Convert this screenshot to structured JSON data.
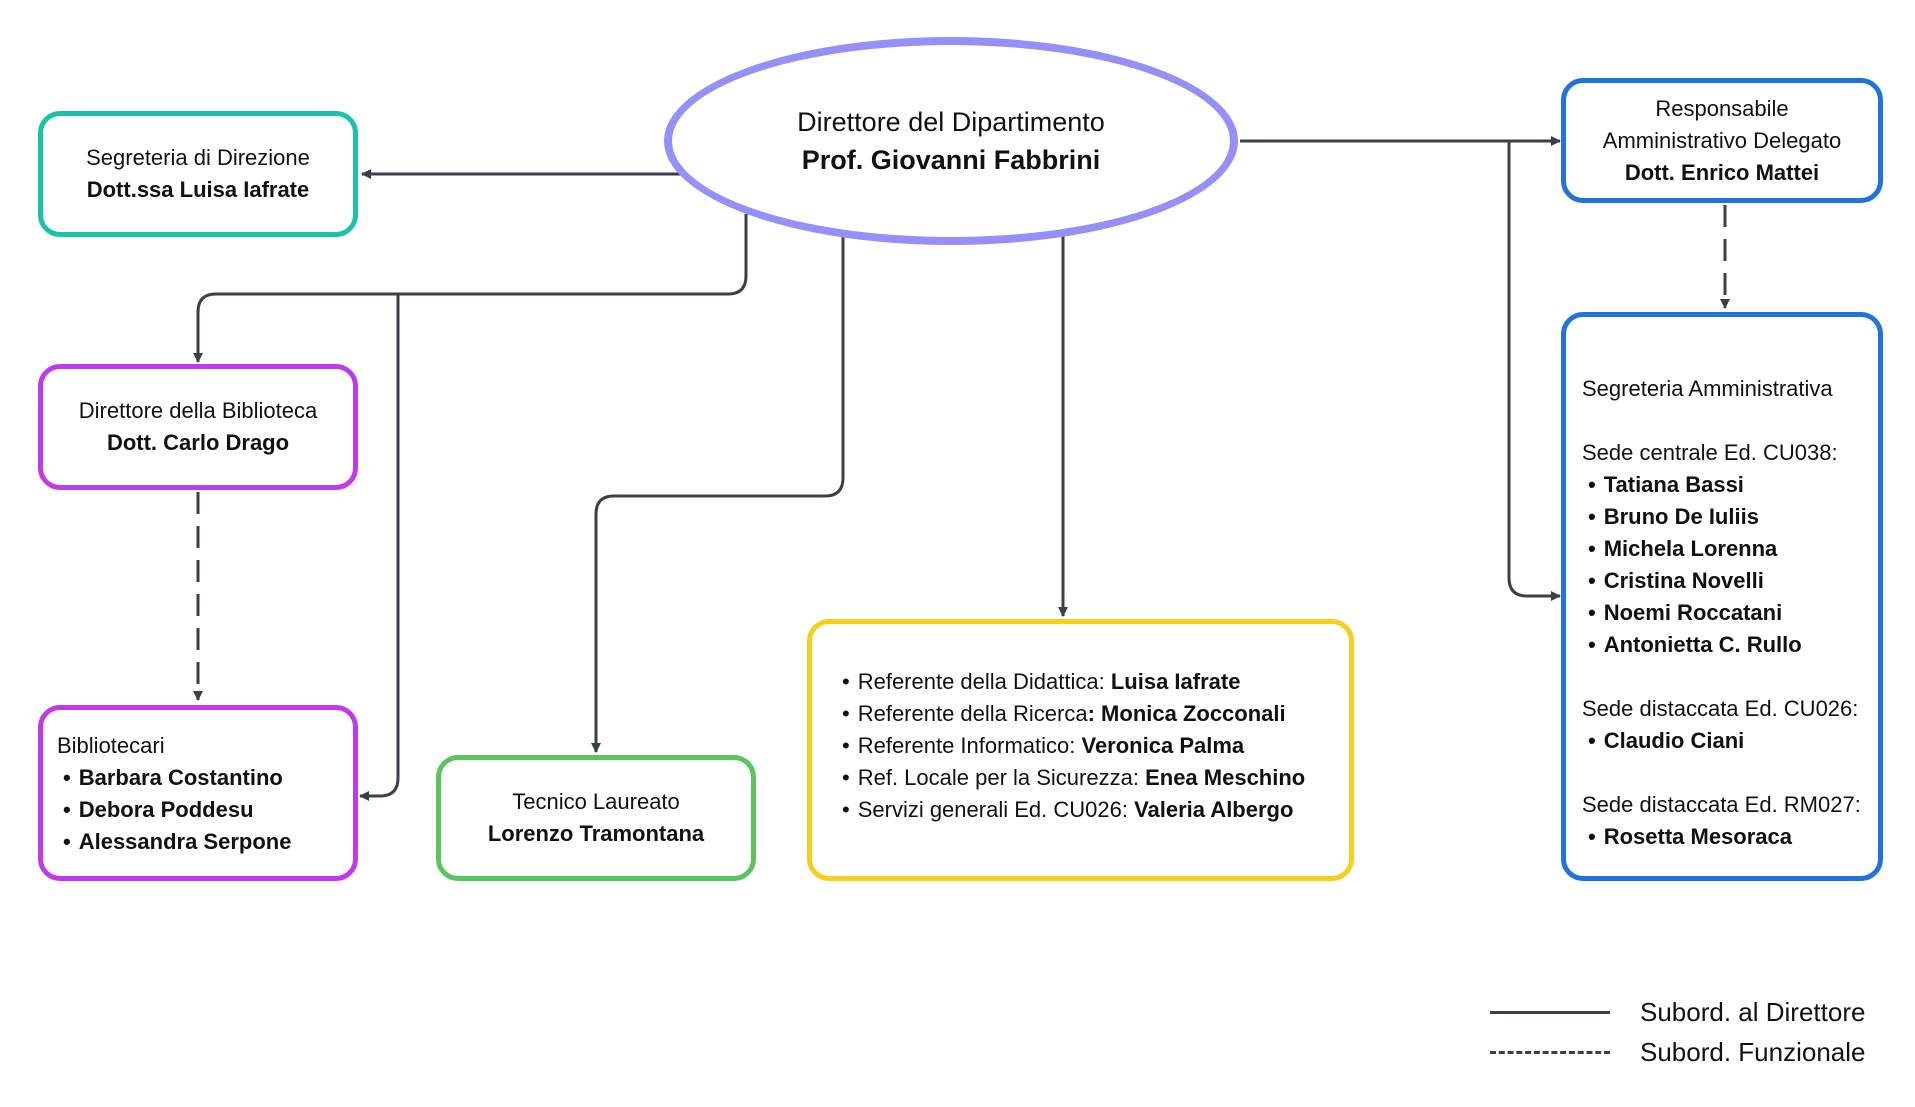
{
  "director": {
    "title": "Direttore del Dipartimento",
    "name": "Prof. Giovanni Fabbrini",
    "border_color": "#9590f7"
  },
  "segreteria_direzione": {
    "title": "Segreteria di Direzione",
    "name": "Dott.ssa Luisa Iafrate",
    "border_color": "#19c2a8"
  },
  "responsabile_amm": {
    "line1": "Responsabile",
    "line2": "Amministrativo Delegato",
    "name": "Dott. Enrico Mattei",
    "border_color": "#1f73d9"
  },
  "direttore_biblioteca": {
    "title": "Direttore della Biblioteca",
    "name": "Dott. Carlo Drago",
    "border_color": "#c03ae8"
  },
  "bibliotecari": {
    "title": "Bibliotecari",
    "members": [
      "Barbara Costantino",
      "Debora Poddesu",
      "Alessandra Serpone"
    ],
    "border_color": "#c03ae8"
  },
  "tecnico": {
    "title": "Tecnico Laureato",
    "name": "Lorenzo Tramontana",
    "border_color": "#5ac45e"
  },
  "referenti": {
    "items": [
      {
        "label": "Referente della Didattica: ",
        "name": "Luisa Iafrate"
      },
      {
        "label": "Referente della Ricerca",
        "name": ": Monica Zocconali"
      },
      {
        "label": "Referente Informatico: ",
        "name": "Veronica Palma"
      },
      {
        "label": "Ref. Locale per la Sicurezza: ",
        "name": "Enea Meschino"
      },
      {
        "label": "Servizi generali Ed. CU026: ",
        "name": "Valeria Albergo"
      }
    ],
    "border_color": "#f5cf1b"
  },
  "segreteria_amm": {
    "title": "Segreteria Amministrativa",
    "sedi": [
      {
        "label": "Sede centrale Ed. CU038:",
        "members": [
          "Tatiana Bassi",
          "Bruno De Iuliis",
          "Michela Lorenna",
          "Cristina Novelli",
          "Noemi Roccatani",
          "Antonietta C. Rullo"
        ]
      },
      {
        "label": "Sede distaccata Ed. CU026:",
        "members": [
          "Claudio Ciani"
        ]
      },
      {
        "label": "Sede distaccata Ed. RM027:",
        "members": [
          "Rosetta Mesoraca"
        ]
      }
    ],
    "border_color": "#1f73d9"
  },
  "legend": {
    "solid_label": "Subord. al Direttore",
    "dashed_label": "Subord. Funzionale"
  },
  "connector_color": "#3b3f4a"
}
